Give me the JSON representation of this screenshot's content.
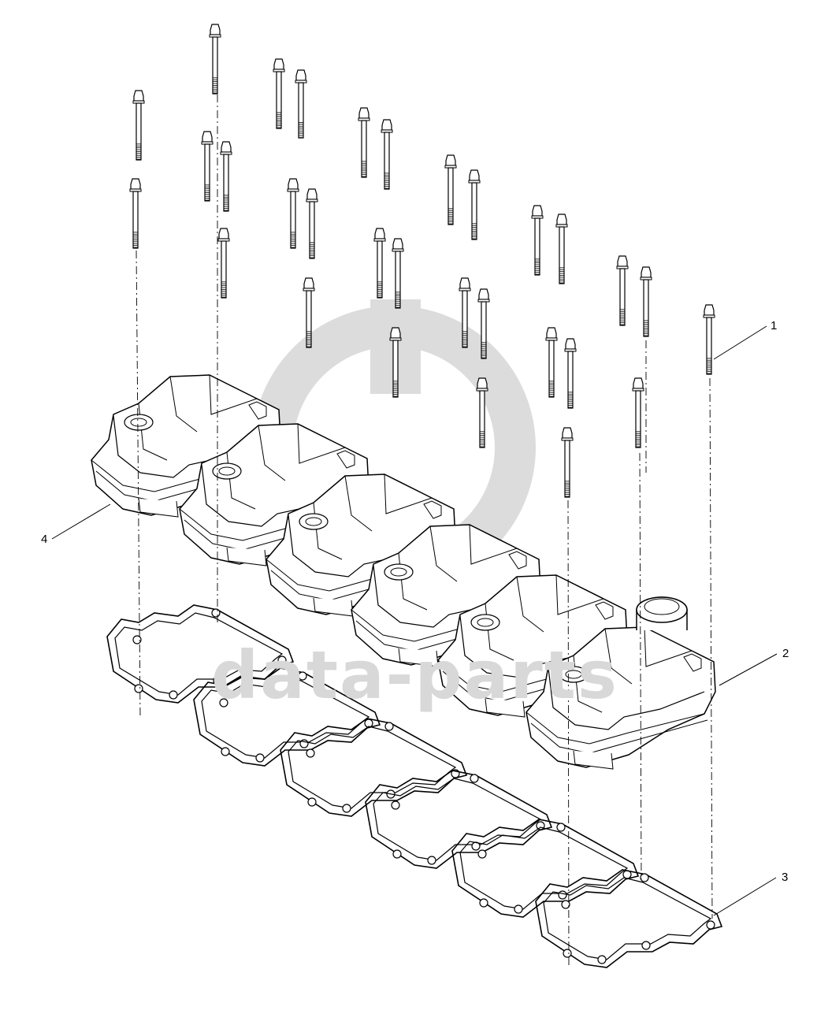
{
  "diagram": {
    "callouts": [
      {
        "id": "1",
        "label": "1"
      },
      {
        "id": "2",
        "label": "2"
      },
      {
        "id": "3",
        "label": "3"
      },
      {
        "id": "4",
        "label": "4"
      }
    ]
  },
  "watermark": {
    "text": "data-parts",
    "logo": "dp-monogram-icon"
  },
  "colors": {
    "line": "#000000",
    "watermark": "#d8d8d8",
    "background": "#ffffff"
  }
}
